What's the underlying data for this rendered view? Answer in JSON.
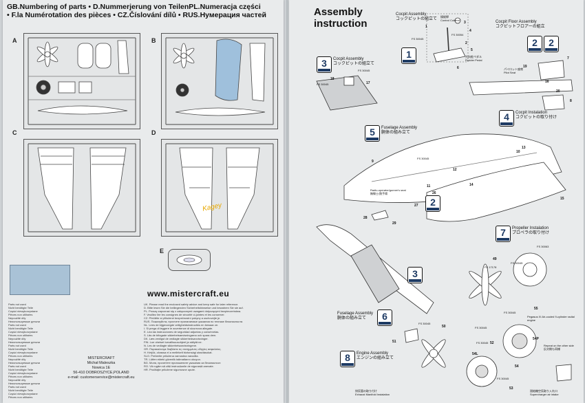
{
  "left_page": {
    "title_lines": [
      "GB.Numbering of parts • D.Nummerjerung von TeilenPL.Numeracja części",
      "• F.la Numérotation des pièces • CZ.Číslování dílů • RUS.Нумерация частей"
    ],
    "sprue_labels": [
      "A",
      "B",
      "C",
      "D",
      "E"
    ],
    "url": "www.mistercraft.eu",
    "watermark": "Kagey",
    "parts_legend": [
      "Parts not used",
      "Nicht benötigte Teile",
      "Części niewykorzystane",
      "Pièces non utilisées",
      "Nepoužité díly",
      "Неиспользуемые детали",
      "Parts not used",
      "Nicht benötigte Teile",
      "Części niewykorzystane",
      "Pièces non utilisées",
      "Nepoužité díly",
      "Неиспользуемые детали",
      "Parts not used",
      "Nicht benötigte Teile",
      "Części niewykorzystane",
      "Pièces non utilisées",
      "Nepoužité díly",
      "Неиспользуемые детали",
      "Parts not used",
      "Nicht benötigte Teile",
      "Części niewykorzystane",
      "Pièces non utilisées",
      "Nepoužité díly",
      "Неиспользуемые детали",
      "Parts not used",
      "Nicht benötigte Teile",
      "Części niewykorzystane",
      "Pièces non utilisées"
    ],
    "safety_text": [
      "UK. Please read the enclosed safety advice and keep safe for later reference.",
      "D. Bitte lesen Sie die beiliegenden Sicherheitshinweise und bewahren Sie sie auf.",
      "PL. Proszę zapoznać się z załączonymi uwagami dotyczącymi bezpieczeństwa.",
      "F. Veuillez lire les consignes de sécurité ci-jointes et les conserver.",
      "CZ. Přečtěte si přiložené bezpečnostní pokyny a uschovejte je.",
      "RUS. Пожалуйста, прочтите прилагаемые указания по технике безопасности.",
      "NL. Lees de bijgevoegde veiligheidsinstructies en bewaar ze.",
      "I. Si prega di leggere le avvertenze di sicurezza allegate.",
      "E. Lea las instrucciones de seguridad adjuntas y consérvelas.",
      "S. Läs de bifogade säkerhetsanvisningarna och spara dem.",
      "DK. Læs venligst de vedlagte sikkerhedsanvisninger.",
      "FIN. Lue oheiset turvallisuusohjeet ja säilytä ne.",
      "N. Les de vedlagte sikkerhetsanvisningene.",
      "GR. Παρακαλούμε διαβάστε τις συνημμένες οδηγίες ασφαλείας.",
      "H. Kérjük, olvassa el a mellékelt biztonsági utasításokat.",
      "SLO. Preberite priložena varnostna navodila.",
      "TR. Lütfen ekteki güvenlik talimatlarını okuyun.",
      "BG. Моля, прочетете приложените указания за безопасност.",
      "RO. Vă rugăm să citiți instrucțiunile de siguranță anexate.",
      "HR. Pročitajte priložene sigurnosne upute."
    ],
    "company": [
      "MISTERCRAFT",
      "Michał  Maleszka",
      "Nowica 1E",
      "56-410 DOBROSZYCE,POLAND",
      "e-mail: customerservice@mistercraft.eu"
    ]
  },
  "right_page": {
    "title_line1": "Assembly",
    "title_line2": "instruction",
    "steps": [
      {
        "num": "1",
        "en": "Cocpit Assembly",
        "jp": "コックピットの組立て"
      },
      {
        "num": "2",
        "en": "Cocpit Floor Assembly",
        "jp": "コクピットフロアーの組立"
      },
      {
        "num": "3",
        "en": "Cocpit Assembly",
        "jp": "コックピットの組立て"
      },
      {
        "num": "4",
        "en": "Cocpit Instalation",
        "jp": "コクピットの取り付け"
      },
      {
        "num": "5",
        "en": "Fuselage Assembly",
        "jp": "胴体の組み立て"
      },
      {
        "num": "6",
        "en": "Fuselage Assembly",
        "jp": "胴体の組み立て"
      },
      {
        "num": "7",
        "en": "Propeller Instalation",
        "jp": "プロペラの取り付け"
      },
      {
        "num": "8",
        "en": "Engine Assembly",
        "jp": "エンジンの組み立て"
      }
    ],
    "ref_steps": [
      "2",
      "3"
    ],
    "labels": {
      "control_column": "Control Column",
      "control_column_jp": "操縦桿",
      "rudder_pedal": "Rudder Pedal",
      "rudder_pedal_jp": "方向舵ペダル",
      "pilot_seat": "Pilot Seat",
      "pilot_seat_jp": "パイロット座席",
      "radio_seat": "Radio-operator/gunner's seat",
      "radio_seat_jp": "無線士/銃手席",
      "engine_note": "Pegasus XI Air-cooled 9-cylinder radial engine",
      "repeat_note": "Repeat on the other side",
      "repeat_note_jp": "反対側も同様",
      "exhaust": "Exhaust Manifold Instalation",
      "exhaust_jp": "排気管の取り付け",
      "supercharger": "Supercharger air intake",
      "supercharger_jp": "過給機空気取り入れ口"
    },
    "part_numbers": [
      "1",
      "2",
      "3",
      "4",
      "5",
      "6",
      "7",
      "8",
      "9",
      "10",
      "11",
      "12",
      "13",
      "14",
      "15",
      "16",
      "17",
      "18",
      "19",
      "20",
      "26",
      "27",
      "28",
      "29",
      "49",
      "50",
      "51",
      "52",
      "53",
      "54",
      "54L",
      "54P",
      "55"
    ],
    "paint_codes": [
      "FS 30045",
      "FS 30054",
      "FS 30045",
      "FS 30045",
      "FS 30045",
      "FS 30063",
      "FS 17178",
      "FS 30045",
      "FS 30045",
      "FS 30045",
      "FS 30045",
      "FS 30045",
      "FS 30045"
    ]
  }
}
